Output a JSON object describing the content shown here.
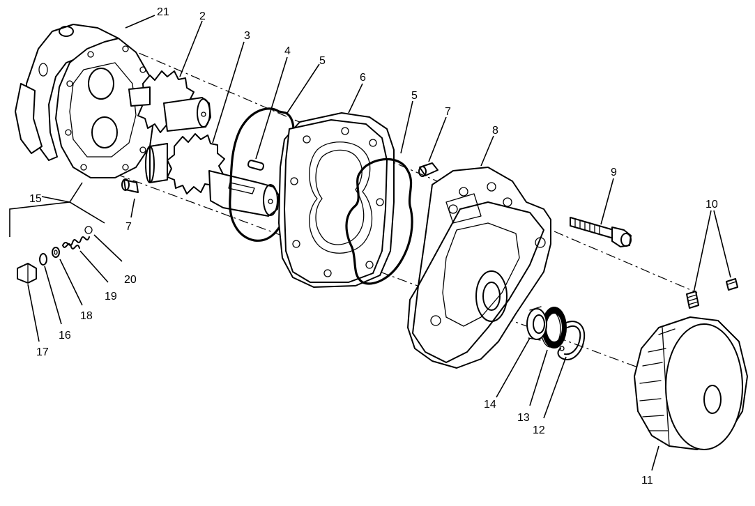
{
  "callouts": [
    {
      "id": "c21",
      "text": "21"
    },
    {
      "id": "c2",
      "text": "2"
    },
    {
      "id": "c3",
      "text": "3"
    },
    {
      "id": "c4",
      "text": "4"
    },
    {
      "id": "c5a",
      "text": "5"
    },
    {
      "id": "c6",
      "text": "6"
    },
    {
      "id": "c5b",
      "text": "5"
    },
    {
      "id": "c7b",
      "text": "7"
    },
    {
      "id": "c8",
      "text": "8"
    },
    {
      "id": "c9",
      "text": "9"
    },
    {
      "id": "c10",
      "text": "10"
    },
    {
      "id": "c15",
      "text": "15"
    },
    {
      "id": "c7a",
      "text": "7"
    },
    {
      "id": "c20",
      "text": "20"
    },
    {
      "id": "c19",
      "text": "19"
    },
    {
      "id": "c18",
      "text": "18"
    },
    {
      "id": "c16",
      "text": "16"
    },
    {
      "id": "c17",
      "text": "17"
    },
    {
      "id": "c14",
      "text": "14"
    },
    {
      "id": "c13",
      "text": "13"
    },
    {
      "id": "c12",
      "text": "12"
    },
    {
      "id": "c11",
      "text": "11"
    }
  ]
}
